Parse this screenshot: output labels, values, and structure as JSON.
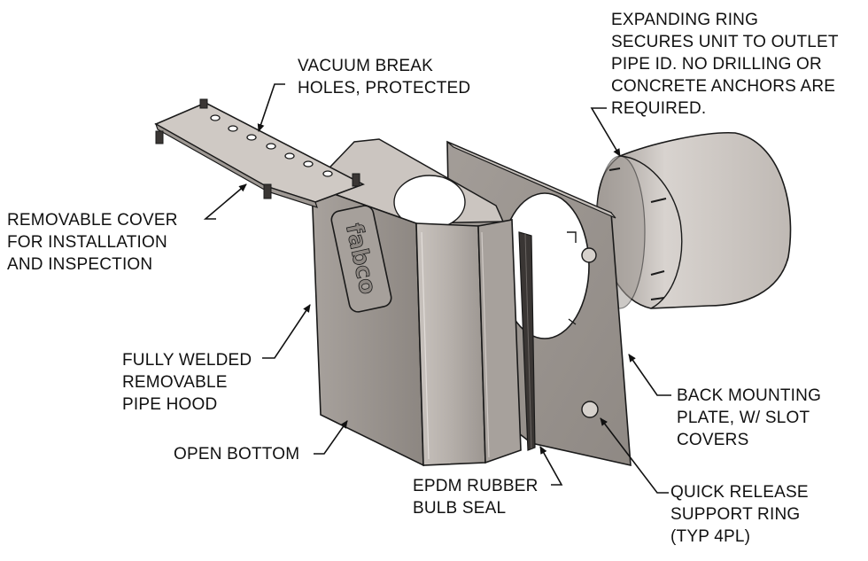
{
  "logo_text": "fabco",
  "labels": {
    "expanding_ring": [
      "EXPANDING RING",
      "SECURES UNIT TO OUTLET",
      "PIPE ID. NO DRILLING OR",
      "CONCRETE ANCHORS ARE",
      "REQUIRED."
    ],
    "vacuum_break": [
      "VACUUM BREAK",
      "HOLES, PROTECTED"
    ],
    "removable_cover": [
      "REMOVABLE COVER",
      "FOR INSTALLATION",
      "AND INSPECTION"
    ],
    "pipe_hood": [
      "FULLY WELDED",
      "REMOVABLE",
      "PIPE HOOD"
    ],
    "open_bottom": [
      "OPEN BOTTOM"
    ],
    "epdm_seal": [
      "EPDM RUBBER",
      "BULB SEAL"
    ],
    "back_plate": [
      "BACK MOUNTING",
      "PLATE, W/ SLOT",
      "COVERS"
    ],
    "quick_release": [
      "QUICK RELEASE",
      "SUPPORT RING",
      "(TYP 4PL)"
    ]
  },
  "colors": {
    "metal_light": "#d4cfcb",
    "metal_mid": "#b3ada8",
    "metal_dark": "#8f8984",
    "outline": "#1a1a1a"
  }
}
